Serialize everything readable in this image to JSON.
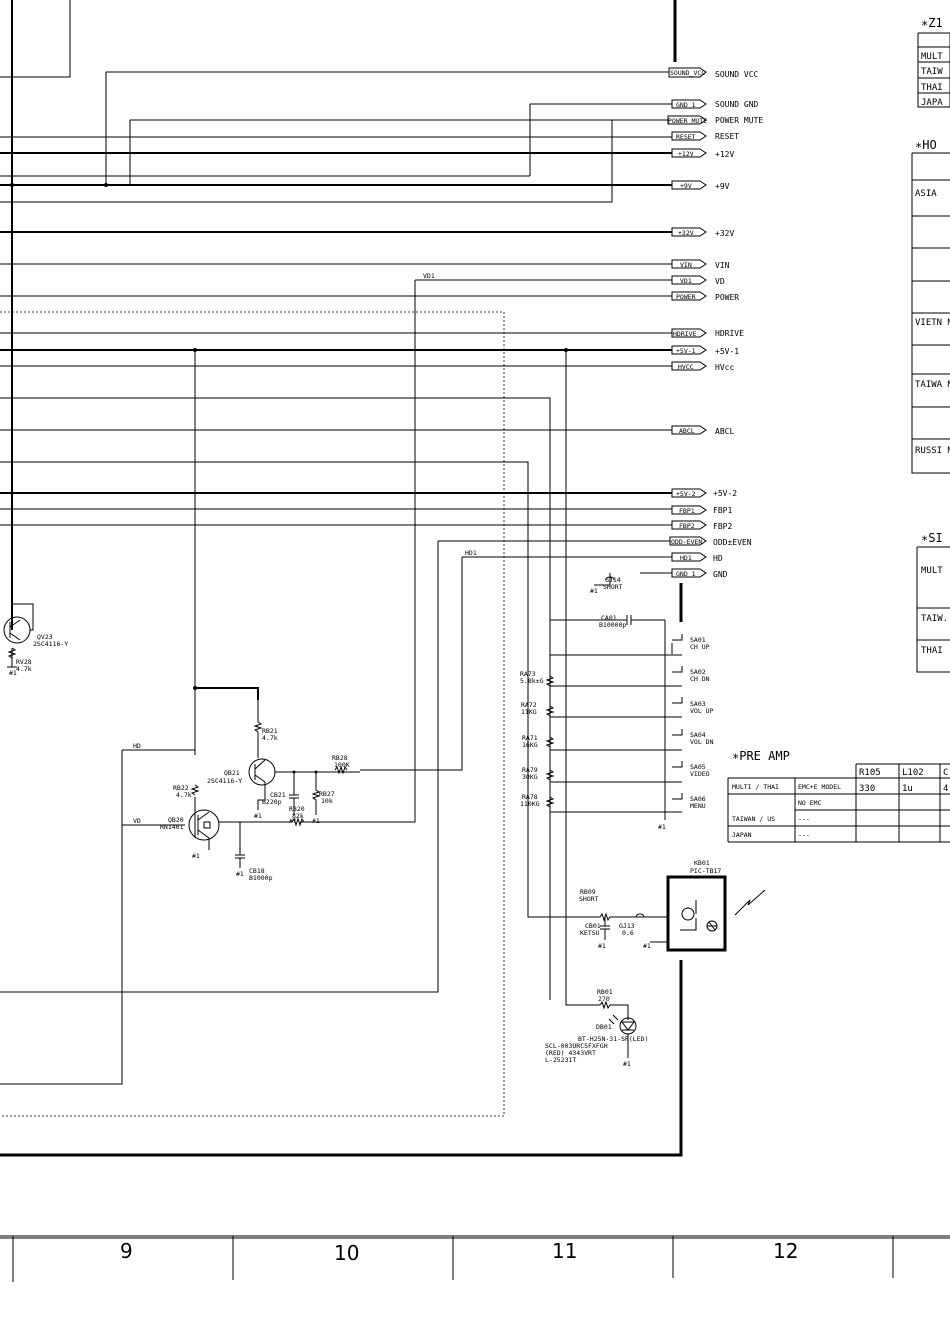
{
  "connectors": [
    {
      "tag": "SOUND_VCC",
      "label": "SOUND VCC"
    },
    {
      "tag": "GND_1",
      "label": "SOUND GND"
    },
    {
      "tag": "POWER_MUTE",
      "label": "POWER MUTE"
    },
    {
      "tag": "RESET",
      "label": "RESET"
    },
    {
      "tag": "+12V",
      "label": "+12V"
    },
    {
      "tag": "+9V",
      "label": "+9V"
    },
    {
      "tag": "+32V",
      "label": "+32V"
    },
    {
      "tag": "VIN",
      "label": "VIN"
    },
    {
      "tag": "VD1",
      "label": "VD"
    },
    {
      "tag": "POWER",
      "label": "POWER"
    },
    {
      "tag": "HDRIVE",
      "label": "HDRIVE"
    },
    {
      "tag": "+5V-1",
      "label": "+5V-1"
    },
    {
      "tag": "HVCC",
      "label": "HVcc"
    },
    {
      "tag": "ABCL",
      "label": "ABCL"
    },
    {
      "tag": "+5V-2",
      "label": "+5V-2"
    },
    {
      "tag": "FBP1",
      "label": "FBP1"
    },
    {
      "tag": "FBP2",
      "label": "FBP2"
    },
    {
      "tag": "ODD-EVEN",
      "label": "ODD±EVEN"
    },
    {
      "tag": "HD1",
      "label": "HD"
    },
    {
      "tag": "GND_1",
      "label": "GND"
    }
  ],
  "nets": {
    "vd1": "VD1",
    "hd1": "HD1",
    "hd": "HD",
    "vd": "VD",
    "gnd": "#1"
  },
  "components": {
    "qv23": {
      "ref": "QV23",
      "part": "2SC4116-Y"
    },
    "rv28": {
      "ref": "RV28",
      "val": "4.7k"
    },
    "rb21": {
      "ref": "RB21",
      "val": "4.7k"
    },
    "qb21": {
      "ref": "QB21",
      "part": "2SC4116-Y"
    },
    "rb28": {
      "ref": "RB28",
      "val": "100K"
    },
    "rb22": {
      "ref": "RB22",
      "val": "4.7k"
    },
    "cb21": {
      "ref": "CB21",
      "val": "B220p"
    },
    "rb27": {
      "ref": "RB27",
      "val": "10k"
    },
    "qb20": {
      "ref": "QB20",
      "part": "RN1401"
    },
    "rb20": {
      "ref": "RB20",
      "val": "82k"
    },
    "cb18": {
      "ref": "CB18",
      "val": "B1000p"
    },
    "gj14": {
      "ref": "GJ14",
      "val": "SHORT"
    },
    "ca01": {
      "ref": "CA01",
      "val": "B10000p"
    },
    "keys": [
      {
        "r": "RA73",
        "rv": "5.8k±G",
        "s": "SA01",
        "f": "CH UP"
      },
      {
        "r": "RA72",
        "rv": "11KG",
        "s": "SA02",
        "f": "CH DN"
      },
      {
        "r": "RA71",
        "rv": "16KG",
        "s": "SA03",
        "f": "VOL UP"
      },
      {
        "r": "RA79",
        "rv": "30KG",
        "s": "SA04",
        "f": "VOL DN"
      },
      {
        "r": "RA78",
        "rv": "110KG",
        "s": "SA05",
        "f": "VIDEO"
      },
      {
        "r": "",
        "rv": "",
        "s": "SA06",
        "f": "MENU"
      }
    ],
    "kb01": {
      "ref": "KB01",
      "part": "PIC-TB17"
    },
    "rb09": {
      "ref": "RB09",
      "val": "SHORT"
    },
    "cb01": {
      "ref": "CB01",
      "val": "KETSU"
    },
    "gj13": {
      "ref": "GJ13",
      "val": "0.6"
    },
    "rb01": {
      "ref": "RB01",
      "val": "270"
    },
    "db01": {
      "ref": "DB01",
      "part": "BT-H25N-31-SR(LED)"
    },
    "db01_alt": [
      "SCL-003URC5FXFGH",
      "(RED) 4343VRT",
      "L-25231T"
    ]
  },
  "tables": {
    "z1": {
      "title": "∗Z1",
      "rows": [
        "",
        "MULT",
        "TAIW",
        "THAI",
        "JAPA"
      ]
    },
    "h": {
      "title": "∗HO",
      "rows": [
        "",
        "ASIA",
        "",
        "",
        "",
        "VIETN MODEL",
        "",
        "TAIWA MODEL",
        "",
        "RUSSI MODEL"
      ]
    },
    "si": {
      "title": "∗SI",
      "rows": [
        "MULT",
        "",
        "TAIW. /JAP.",
        "THAI"
      ]
    },
    "preamp": {
      "title": "∗PRE AMP",
      "headers": [
        "R105",
        "L102",
        "C"
      ],
      "values": [
        "330",
        "1u",
        "4"
      ],
      "rows": [
        {
          "a": "MULTI / THAI",
          "b": "EMC+E MODEL"
        },
        {
          "a": "",
          "b": "NO EMC"
        },
        {
          "a": "TAIWAN / US",
          "b": "---"
        },
        {
          "a": "JAPAN",
          "b": "---"
        }
      ]
    }
  },
  "grid_numbers": [
    "9",
    "10",
    "11",
    "12"
  ]
}
